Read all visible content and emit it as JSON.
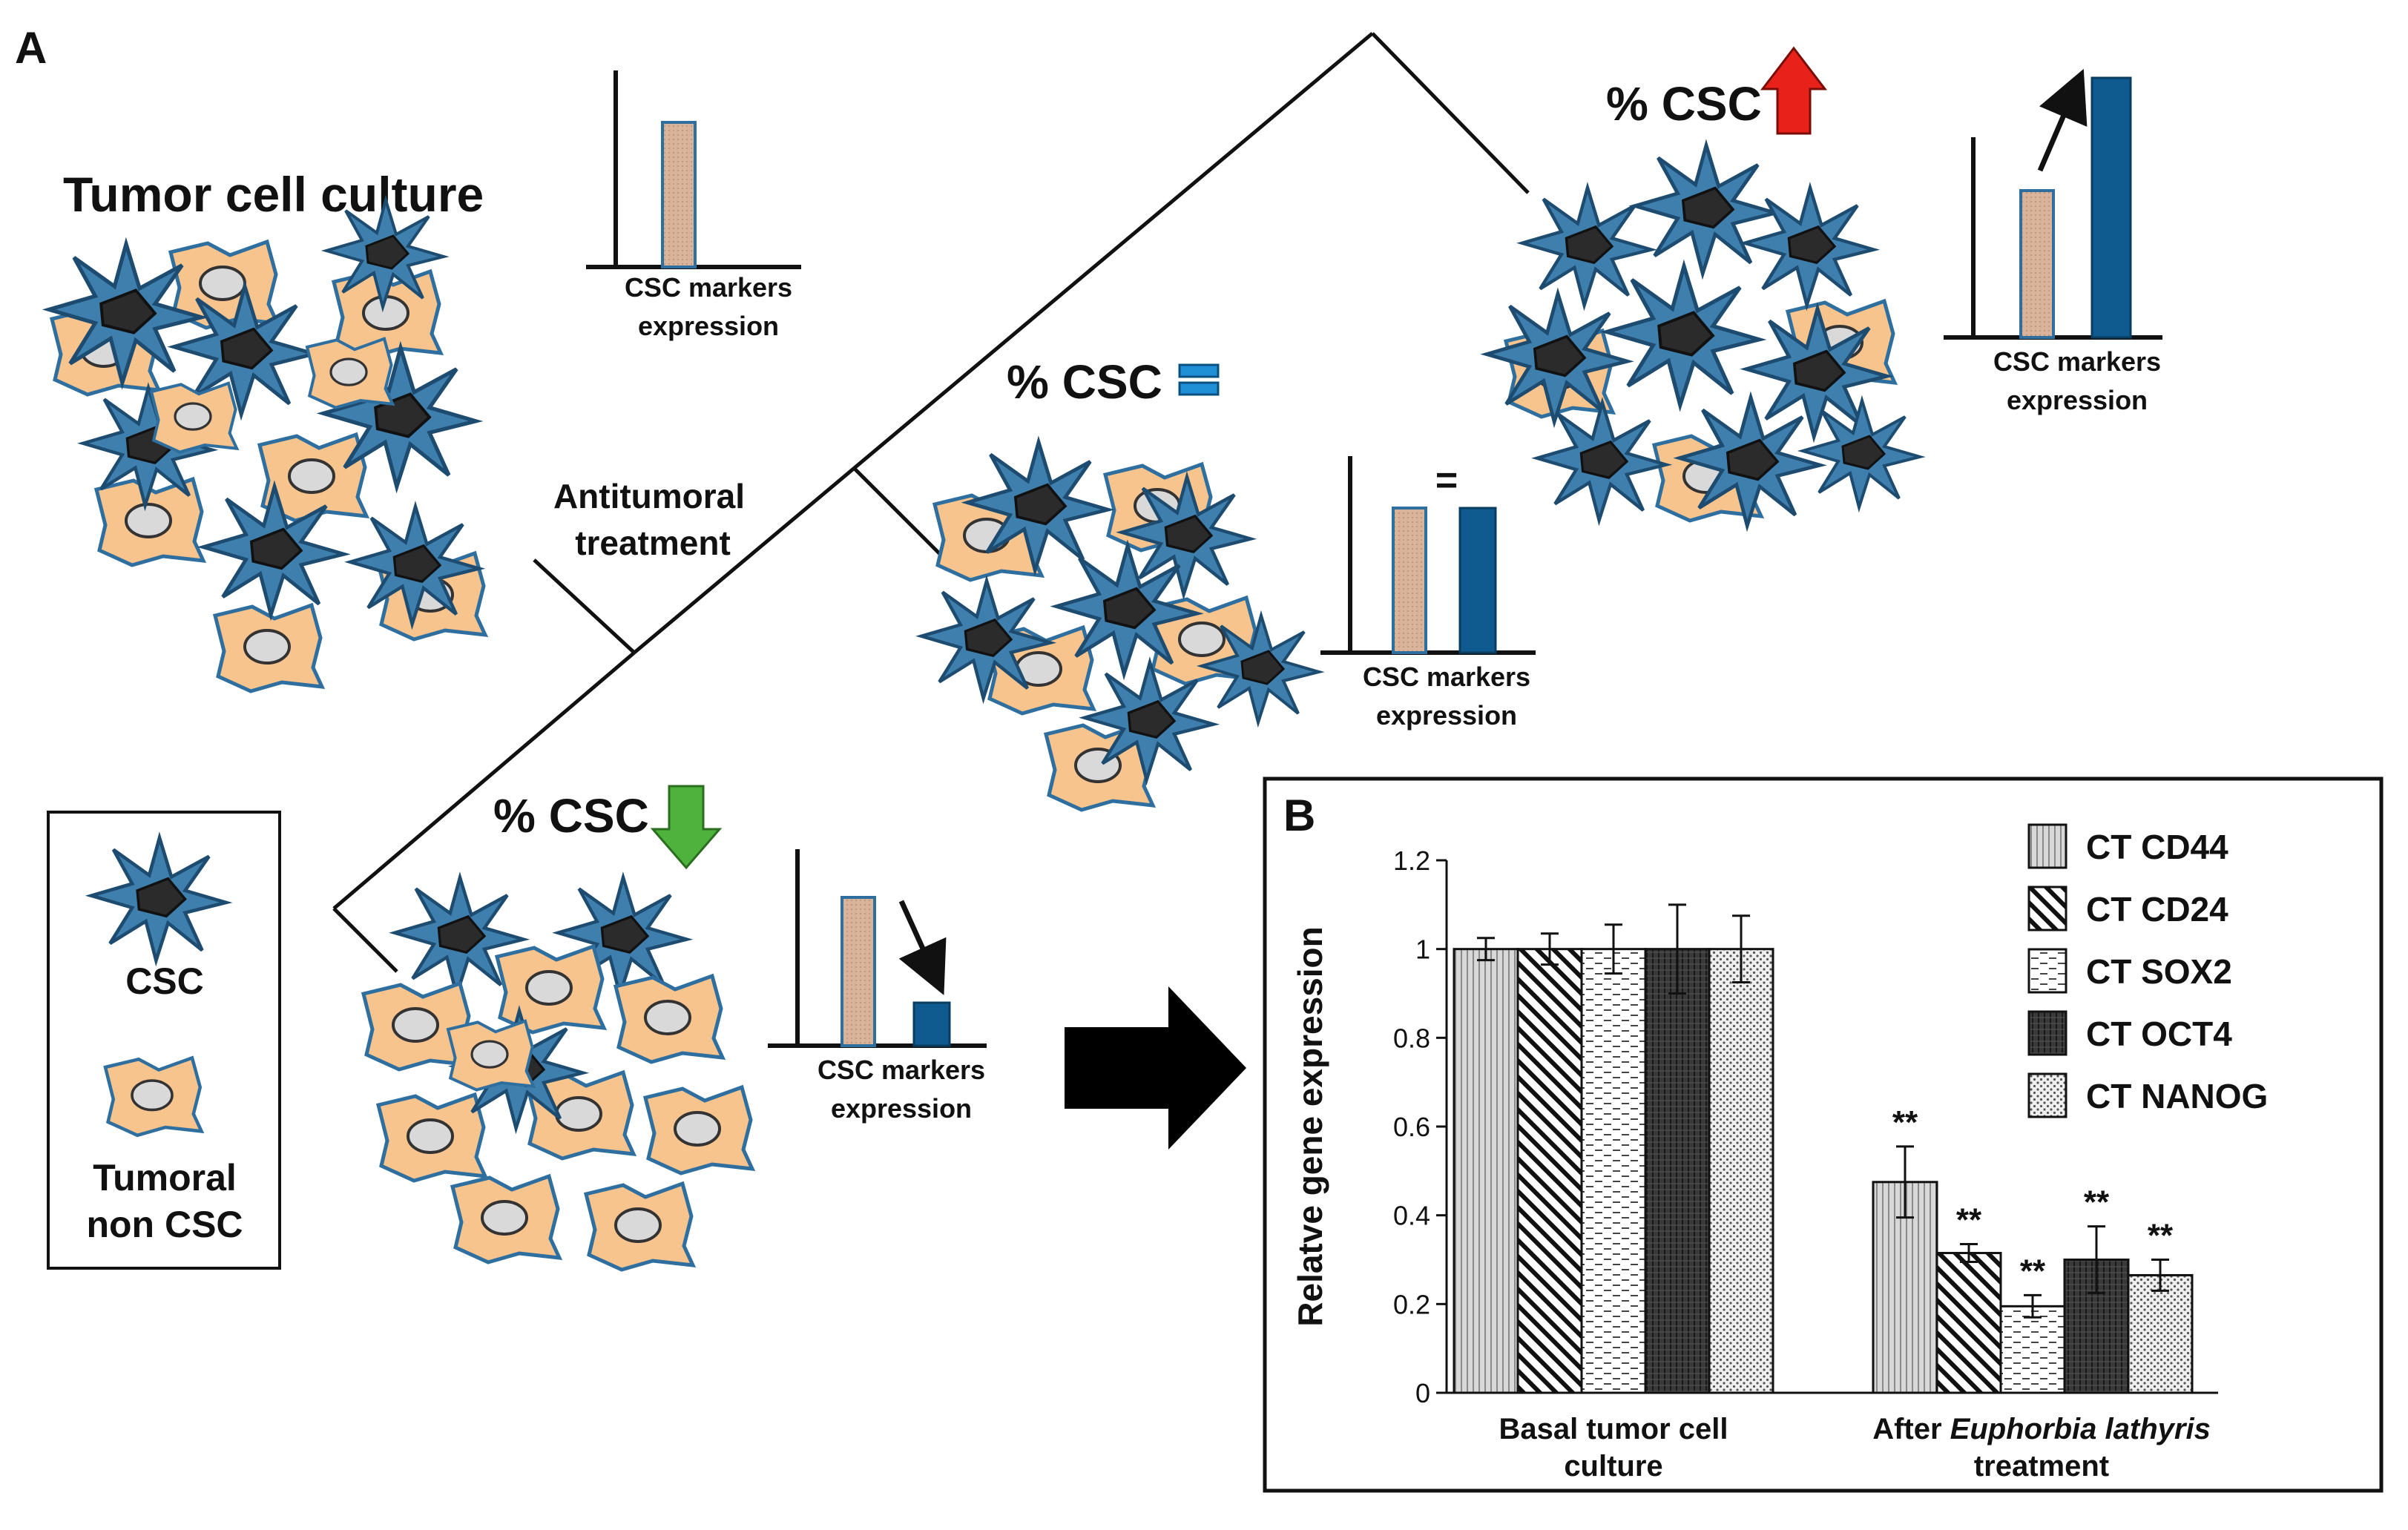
{
  "panel_a": {
    "label": "A",
    "title": "Tumor cell culture",
    "treatment_line1": "Antitumoral",
    "treatment_line2": "treatment",
    "mini_xlabel_line1": "CSC markers",
    "mini_xlabel_line2": "expression",
    "outcome_increase": {
      "text": "% CSC",
      "arrow": "up-arrow-icon",
      "color": "#e8221a"
    },
    "outcome_equal": {
      "text": "% CSC",
      "symbol": "equal-icon",
      "color": "#1f8fd6",
      "mini_mark": "="
    },
    "outcome_decrease": {
      "text": "% CSC",
      "arrow": "down-arrow-icon",
      "color": "#4db33d"
    },
    "mini_charts": {
      "basal": {
        "values": [
          1.0
        ]
      },
      "increase": {
        "values": [
          0.55,
          1.0
        ]
      },
      "equal": {
        "values": [
          1.0,
          1.0
        ]
      },
      "decrease": {
        "values": [
          1.0,
          0.28
        ]
      }
    },
    "legend": {
      "csc_label": "CSC",
      "non_csc_line1": "Tumoral",
      "non_csc_line2": "non CSC"
    },
    "colors": {
      "csc_blue": "#3f7fae",
      "csc_blue_light": "#5a9cc8",
      "csc_nucleus": "#2b2b2b",
      "noncsc_orange": "#f8c48e",
      "noncsc_nucleus": "#d9d9d9",
      "bar_basal": "#d9b39a",
      "bar_basal_edge": "#2f6f9f",
      "bar_treated": "#0f5a8f",
      "big_arrow": "#000000"
    }
  },
  "panel_b": {
    "label": "B",
    "chart_data": {
      "type": "bar",
      "ylabel": "Relatve gene expression",
      "ylim": [
        0,
        1.2
      ],
      "yticks": [
        "0",
        "0.2",
        "0.4",
        "0.6",
        "0.8",
        "1",
        "1.2"
      ],
      "categories": [
        {
          "parts": [
            "Basal tumor cell",
            "culture"
          ]
        },
        {
          "parts": [
            "After ",
            "Euphorbia lathyris",
            " treatment"
          ]
        }
      ],
      "series": [
        {
          "name": "CT CD44",
          "pattern": "vstripes",
          "values": [
            1.0,
            0.475
          ],
          "errors": [
            0.025,
            0.08
          ],
          "sig": [
            "",
            "**"
          ]
        },
        {
          "name": "CT CD24",
          "pattern": "diag",
          "values": [
            1.0,
            0.315
          ],
          "errors": [
            0.035,
            0.02
          ],
          "sig": [
            "",
            "**"
          ]
        },
        {
          "name": "CT SOX2",
          "pattern": "dashes",
          "values": [
            1.0,
            0.195
          ],
          "errors": [
            0.055,
            0.025
          ],
          "sig": [
            "",
            "**"
          ]
        },
        {
          "name": "CT OCT4",
          "pattern": "darkgrid",
          "values": [
            1.0,
            0.3
          ],
          "errors": [
            0.1,
            0.075
          ],
          "sig": [
            "",
            "**"
          ]
        },
        {
          "name": "CT NANOG",
          "pattern": "dots",
          "values": [
            1.0,
            0.265
          ],
          "errors": [
            0.075,
            0.035
          ],
          "sig": [
            "",
            "**"
          ]
        }
      ],
      "legend_position": "top-right",
      "grid": false
    }
  }
}
